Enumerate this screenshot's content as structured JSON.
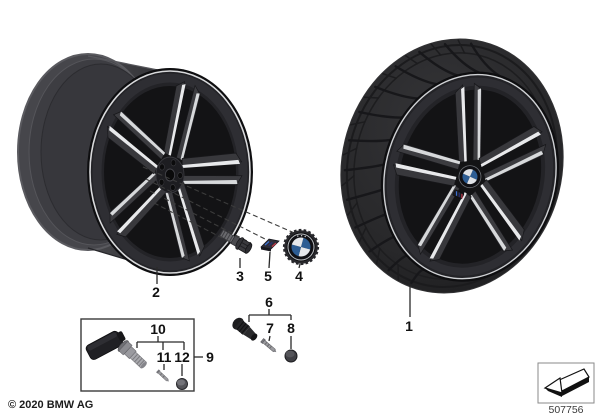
{
  "callouts": [
    {
      "label": "1"
    },
    {
      "label": "2"
    },
    {
      "label": "3"
    },
    {
      "label": "4"
    },
    {
      "label": "5"
    },
    {
      "label": "6"
    },
    {
      "label": "7"
    },
    {
      "label": "8"
    },
    {
      "label": "9"
    },
    {
      "label": "10"
    },
    {
      "label": "11"
    },
    {
      "label": "12"
    }
  ],
  "footer": {
    "copyright": "© 2020 BMW AG"
  },
  "docref": {
    "number": "507756",
    "icon": "page-turn-arrow-icon"
  },
  "colors": {
    "background": "#ffffff",
    "wheel_dark": "#232327",
    "machined_silver": "#e8e9eb",
    "tire_black": "#29292b",
    "bmw_roundel_blue": "#2d5d94",
    "line_black": "#2a2a2a"
  }
}
